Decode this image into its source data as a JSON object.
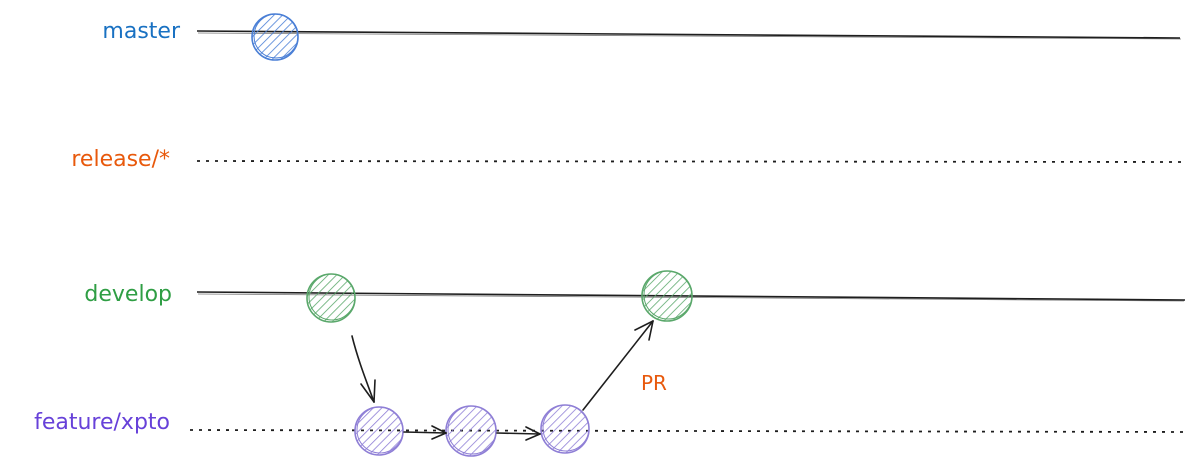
{
  "branches": [
    {
      "name": "master",
      "color": "#1971c2",
      "style": "solid"
    },
    {
      "name": "release/*",
      "color": "#e8590c",
      "style": "dotted"
    },
    {
      "name": "develop",
      "color": "#2f9e44",
      "style": "solid"
    },
    {
      "name": "feature/xpto",
      "color": "#6741d9",
      "style": "dotted"
    }
  ],
  "commit_colors": {
    "master": "#4a7fd6",
    "develop": "#5aa86b",
    "feature": "#8f7fd6"
  },
  "pr_label": {
    "text": "PR",
    "color": "#e8590c"
  },
  "stroke_color": "#1e1e1e"
}
